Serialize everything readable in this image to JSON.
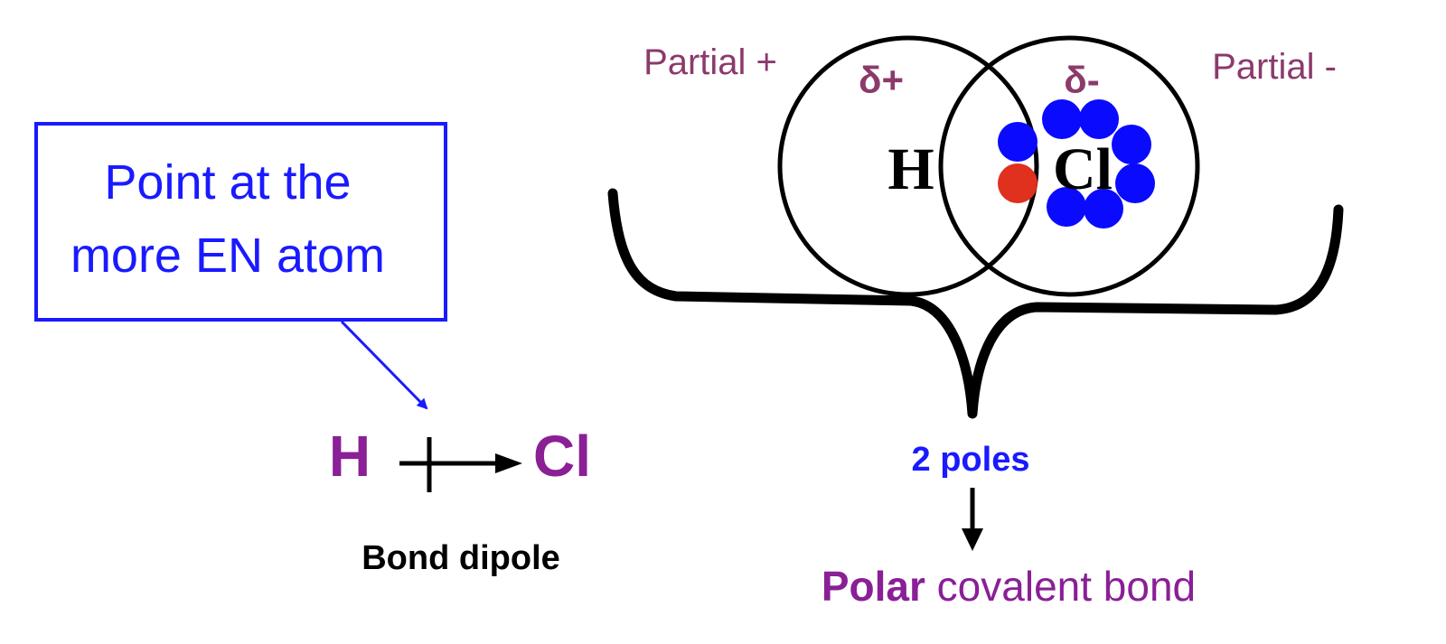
{
  "callout": {
    "line1": "Point at the",
    "line2": "more EN atom"
  },
  "dipole": {
    "atom_left": "H",
    "atom_right": "Cl",
    "caption": "Bond dipole"
  },
  "orbitals": {
    "partial_plus_label": "Partial +",
    "partial_minus_label": "Partial -",
    "delta_plus": "δ+",
    "delta_minus": "δ-",
    "atom_h": "H",
    "atom_cl": "Cl"
  },
  "poles": {
    "label": "2 poles"
  },
  "conclusion": {
    "bold_word": "Polar",
    "rest": " covalent bond"
  },
  "colors": {
    "callout_blue": "#1a1aff",
    "purple": "#8a1f96",
    "mauve": "#8b3a6b",
    "electron_blue": "#0a0aff",
    "electron_red": "#e0301e",
    "black": "#000000"
  }
}
